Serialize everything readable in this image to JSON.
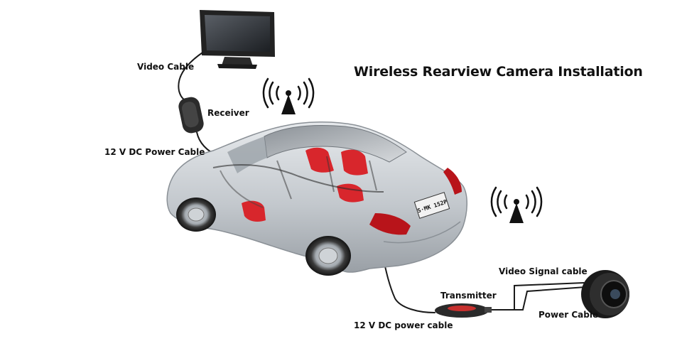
{
  "title": "Wireless Rearview Camera Installation",
  "labels": {
    "video_cable": "Video Cable",
    "receiver": "Receiver",
    "power_cable_12v_receiver": "12 V DC Power Cable",
    "video_signal_cable": "Video Signal cable",
    "transmitter": "Transmitter",
    "power_cable_camera": "Power Cable",
    "power_cable_12v_transmitter": "12 V DC power cable"
  },
  "license_plate": "S·MK 152P",
  "colors": {
    "text": "#111111",
    "cable": "#1a1a1a",
    "car_body": "#c9cdd2",
    "car_interior_red": "#d8262c",
    "wireless_icon": "#111111"
  },
  "icons": [
    "wireless-signal-icon",
    "wireless-signal-icon"
  ]
}
